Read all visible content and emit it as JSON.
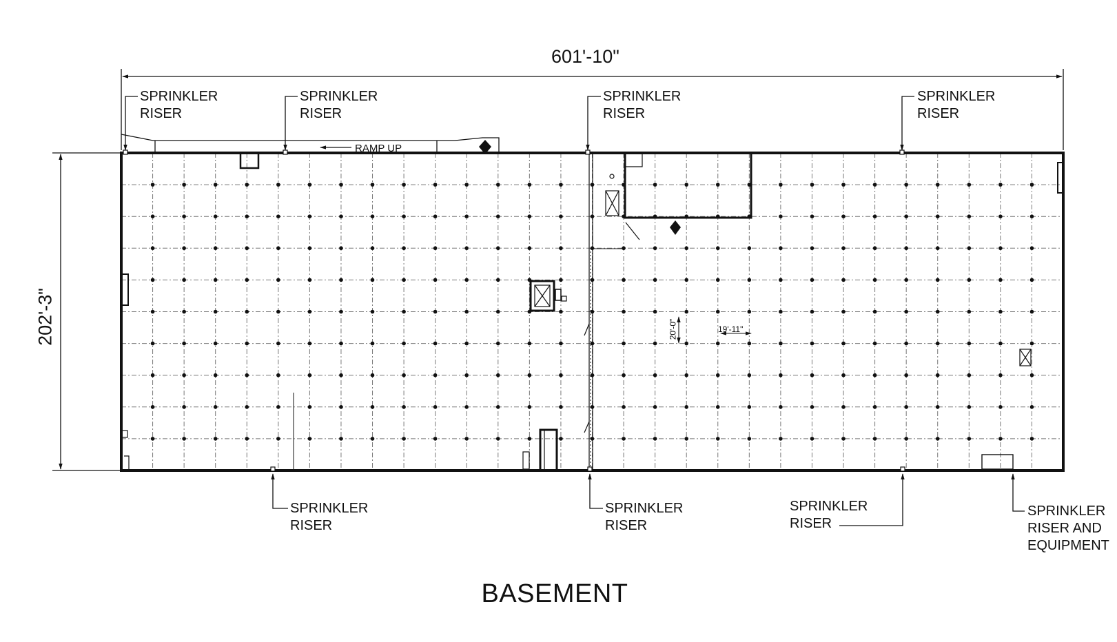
{
  "drawing": {
    "title": "BASEMENT",
    "overall_width": "601'-10\"",
    "overall_depth": "202'-3\"",
    "bay_depth": "20'-0\"",
    "bay_width": "19'-11\"",
    "ramp_label": "RAMP UP"
  },
  "callouts": [
    {
      "lines": [
        "SPRINKLER",
        "RISER"
      ]
    },
    {
      "lines": [
        "SPRINKLER",
        "RISER"
      ]
    },
    {
      "lines": [
        "SPRINKLER",
        "RISER"
      ]
    },
    {
      "lines": [
        "SPRINKLER",
        "RISER"
      ]
    },
    {
      "lines": [
        "SPRINKLER",
        "RISER"
      ]
    },
    {
      "lines": [
        "SPRINKLER",
        "RISER"
      ]
    },
    {
      "lines": [
        "SPRINKLER",
        "RISER"
      ]
    },
    {
      "lines": [
        "SPRINKLER",
        "RISER AND",
        "EQUIPMENT"
      ]
    }
  ],
  "colors": {
    "line": "#111111",
    "grid": "#333333",
    "background": "#ffffff"
  }
}
